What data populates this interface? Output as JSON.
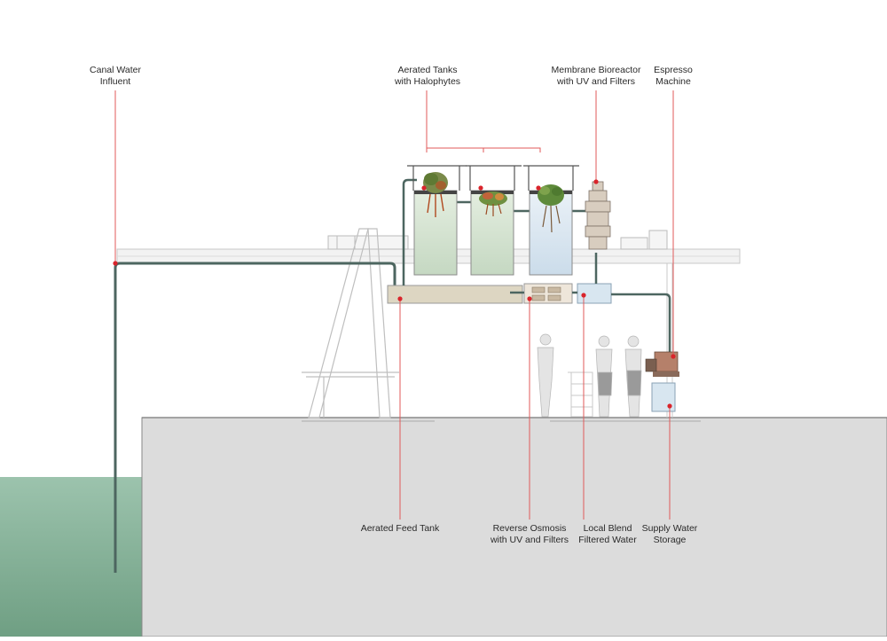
{
  "labels": {
    "canal_water": [
      "Canal Water",
      "Influent"
    ],
    "aerated_tanks": [
      "Aerated Tanks",
      "with Halophytes"
    ],
    "membrane_bioreactor": [
      "Membrane Bioreactor",
      "with UV and Filters"
    ],
    "espresso_machine": [
      "Espresso",
      "Machine"
    ],
    "aerated_feed_tank": [
      "Aerated Feed Tank"
    ],
    "reverse_osmosis": [
      "Reverse Osmosis",
      "with UV and Filters"
    ],
    "local_blend": [
      "Local Blend",
      "Filtered Water"
    ],
    "supply_water": [
      "Supply Water",
      "Storage"
    ]
  },
  "colors": {
    "leader_line": "#e05a5a",
    "marker_dot": "#d9242b",
    "pipe": "#4d6660",
    "ground": "#dcdcdc",
    "canal_water": "#8fb8a0",
    "tank_green": "#cfe0cc",
    "tank_blue": "#d8e6f0",
    "feed_tank": "#ddd6c2"
  }
}
